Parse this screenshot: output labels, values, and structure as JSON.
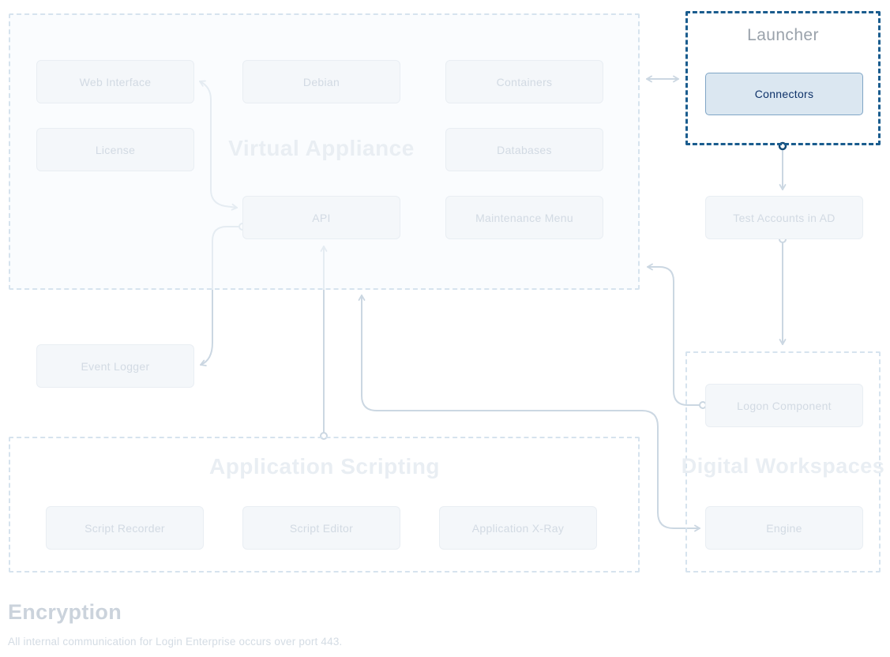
{
  "virtual_appliance": {
    "title": "Virtual Appliance",
    "web_interface": "Web Interface",
    "debian": "Debian",
    "containers": "Containers",
    "license": "License",
    "databases": "Databases",
    "api": "API",
    "maintenance_menu": "Maintenance Menu"
  },
  "launcher": {
    "title": "Launcher",
    "connectors": "Connectors"
  },
  "test_accounts": "Test Accounts in AD",
  "event_logger": "Event Logger",
  "digital_workspaces": {
    "title": "Digital Workspaces",
    "logon_component": "Logon Component",
    "engine": "Engine"
  },
  "application_scripting": {
    "title": "Application Scripting",
    "script_recorder": "Script Recorder",
    "script_editor": "Script Editor",
    "application_xray": "Application X-Ray"
  },
  "footer": {
    "heading": "Encryption",
    "body": "All internal communication for Login Enterprise occurs over port 443."
  },
  "colors": {
    "accent_border": "#1a5c8e",
    "accent_fill": "#dbe7f1",
    "accent_node_border": "#7fa5c6",
    "accent_text": "#0e3269",
    "accent_dot": "#134b77",
    "faded_dash": "#d6e3ee",
    "node_fill": "#f4f7fa",
    "node_border": "#e9eef3",
    "node_text": "#d2dae3",
    "group_title": "#e9eef3",
    "launcher_title": "#9aa2ab",
    "line": "#cbd7e2",
    "heading": "#cbd3dc",
    "body_text": "#d4dce4",
    "background": "#ffffff"
  }
}
